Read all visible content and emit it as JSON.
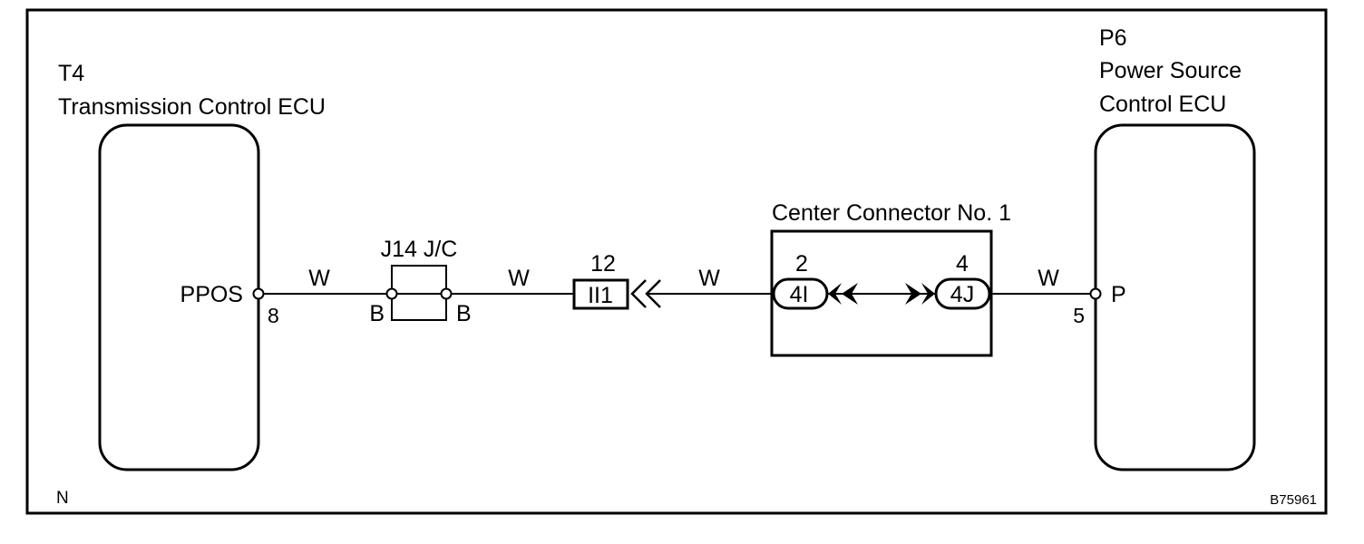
{
  "colors": {
    "ink": "#000000",
    "background": "#ffffff"
  },
  "left_ecu": {
    "code": "T4",
    "name": "Transmission Control ECU",
    "terminal_name": "PPOS",
    "pin": "8"
  },
  "right_ecu": {
    "code": "P6",
    "name_line1": "Power Source",
    "name_line2": "Control ECU",
    "terminal_name": "P",
    "pin": "5"
  },
  "junction": {
    "label": "J14 J/C",
    "left_pin": "B",
    "right_pin": "B"
  },
  "connector_ii1": {
    "label": "II1",
    "pin": "12"
  },
  "center_connector": {
    "title": "Center Connector No. 1",
    "left_connector": "4I",
    "left_pin": "2",
    "right_connector": "4J",
    "right_pin": "4"
  },
  "wires": {
    "seg1_color": "W",
    "seg2_color": "W",
    "seg3_color": "W",
    "seg4_color": "W"
  },
  "footer": {
    "left_mark": "N",
    "figure_id": "B75961"
  }
}
